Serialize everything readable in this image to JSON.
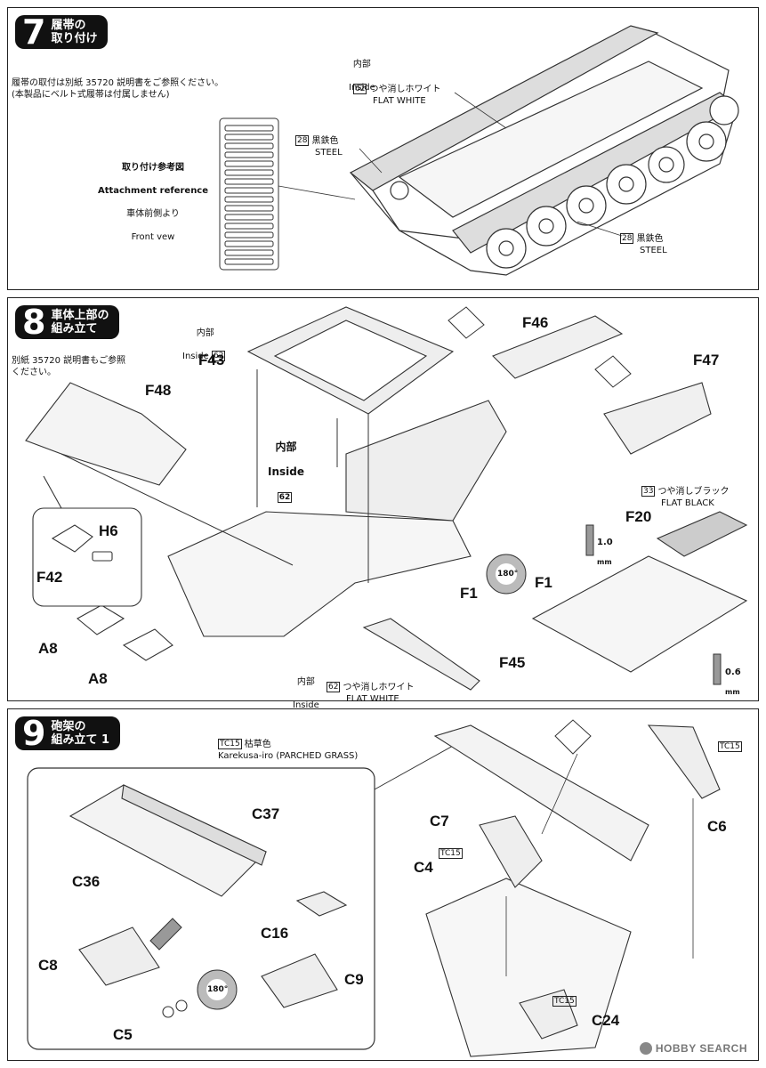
{
  "step7": {
    "num": "7",
    "title": "履帯の\n取り付け",
    "note": "履帯の取付は別紙 35720 説明書をご参照ください。\n(本製品にベルト式履帯は付属しません)",
    "attach_jp": "取り付け参考図",
    "attach_en": "Attachment reference",
    "front_jp": "車体前側より",
    "front_en": "Front vew",
    "inside_jp": "内部",
    "inside_en": "Inside",
    "c62": "62",
    "c62_jp": "つや消しホワイト",
    "c62_en": "FLAT WHITE",
    "c28": "28",
    "c28_jp": "黒鉄色",
    "c28_en": "STEEL",
    "c28b_jp": "黒鉄色",
    "c28b_en": "STEEL"
  },
  "step8": {
    "num": "8",
    "title": "車体上部の\n組み立て",
    "note": "別紙 35720 説明書もご参照\nください。",
    "inside1_jp": "内部",
    "inside1_en": "Inside",
    "inside2_jp": "内部",
    "inside2_en": "Inside",
    "inside3_jp": "内部",
    "inside3_en": "Inside",
    "c62": "62",
    "c62_jp": "つや消しホワイト",
    "c62_en": "FLAT WHITE",
    "c33": "33",
    "c33_jp": "つや消しブラック",
    "c33_en": "FLAT BLACK",
    "dim1": "1.0",
    "dim2": "0.6",
    "mm": "mm",
    "rot": "180°",
    "parts": {
      "F43": "F43",
      "F48": "F48",
      "F46": "F46",
      "F47": "F47",
      "F20": "F20",
      "H6": "H6",
      "F42": "F42",
      "A8a": "A8",
      "A8b": "A8",
      "F1a": "F1",
      "F1b": "F1",
      "F45": "F45"
    }
  },
  "step9": {
    "num": "9",
    "title": "砲架の\n組み立て 1",
    "tc15": "TC15",
    "tc15_jp": "枯草色",
    "tc15_en": "Karekusa-iro (PARCHED GRASS)",
    "rot": "180°",
    "parts": {
      "C37": "C37",
      "C36": "C36",
      "C16": "C16",
      "C8": "C8",
      "C5": "C5",
      "C9": "C9",
      "C7": "C7",
      "C4": "C4",
      "C6": "C6",
      "C24": "C24"
    }
  },
  "watermark": "HOBBY SEARCH"
}
